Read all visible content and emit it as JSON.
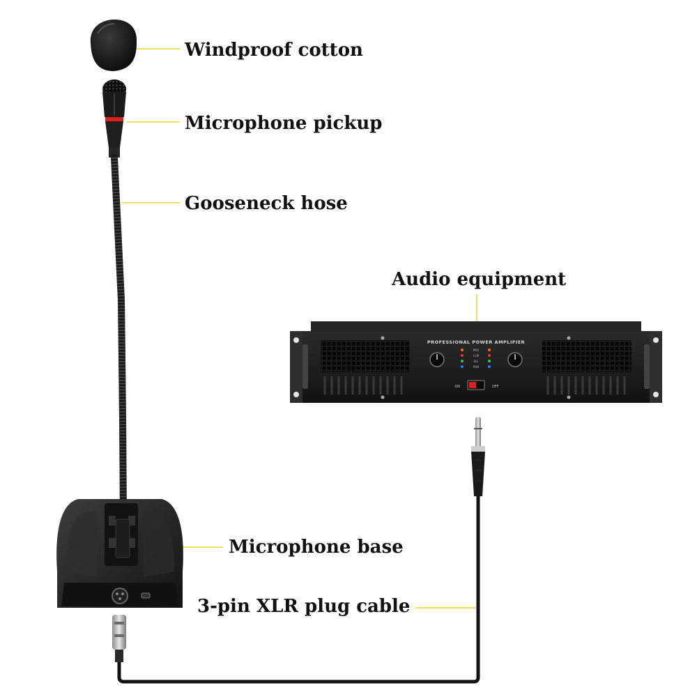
{
  "labels": {
    "windproof_cotton": "Windproof cotton",
    "microphone_pickup": "Microphone pickup",
    "gooseneck_hose": "Gooseneck hose",
    "audio_equipment": "Audio equipment",
    "microphone_base": "Microphone base",
    "xlr_cable": "3-pin XLR plug cable"
  },
  "amplifier": {
    "brand_text": "PROFESSIONAL POWER AMPLIFIER",
    "indicator_labels": [
      "PRO",
      "CLIP",
      "SIG",
      "PON"
    ],
    "switch_on": "ON",
    "switch_off": "OFF"
  },
  "colors": {
    "leader_line": "#e8d000",
    "label_text": "#111111",
    "device_body": "#1c1c1c",
    "accent_ring": "#e0201c"
  }
}
